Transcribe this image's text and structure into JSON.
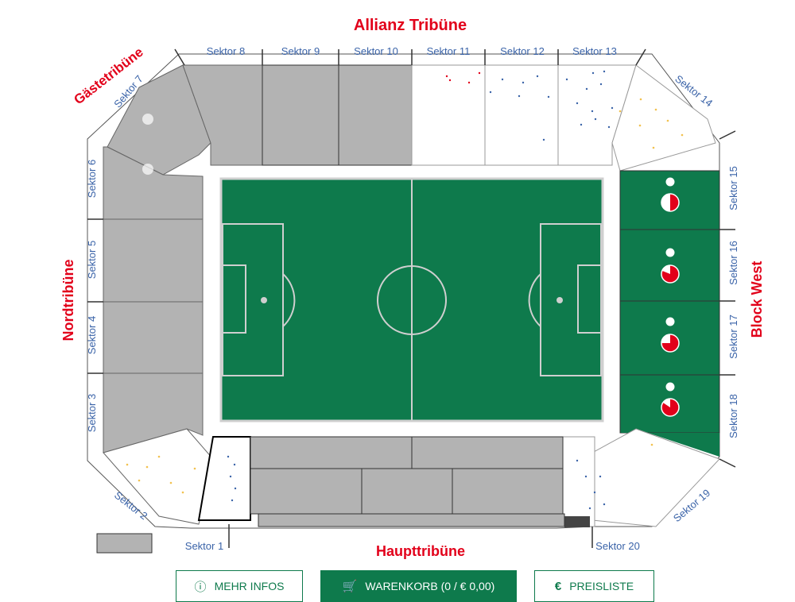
{
  "stands": {
    "allianz": "Allianz Tribüne",
    "gaeste": "Gästetribüne",
    "nord": "Nordtribüne",
    "west": "Block West",
    "haupt": "Haupttribüne"
  },
  "sectors": {
    "s1": "Sektor 1",
    "s2": "Sektor 2",
    "s3": "Sektor 3",
    "s4": "Sektor 4",
    "s5": "Sektor 5",
    "s6": "Sektor 6",
    "s7": "Sektor 7",
    "s8": "Sektor 8",
    "s9": "Sektor 9",
    "s10": "Sektor 10",
    "s11": "Sektor 11",
    "s12": "Sektor 12",
    "s13": "Sektor 13",
    "s14": "Sektor 14",
    "s15": "Sektor 15",
    "s16": "Sektor 16",
    "s17": "Sektor 17",
    "s18": "Sektor 18",
    "s19": "Sektor 19",
    "s20": "Sektor 20"
  },
  "buttons": {
    "info": "MEHR INFOS",
    "cart": "WARENKORB (0 / € 0,00)",
    "prices": "PREISLISTE",
    "info_icon": "ⓘ",
    "cart_icon": "🛒",
    "prices_icon": "€"
  },
  "icons": {
    "info": "info-icon",
    "cart": "cart-icon",
    "prices": "euro-icon"
  },
  "colors": {
    "pitch": "#0e7a4c",
    "soldout": "#b3b3b3",
    "available": "#ffffff",
    "accent": "#e2001a",
    "label": "#3a63a8"
  }
}
